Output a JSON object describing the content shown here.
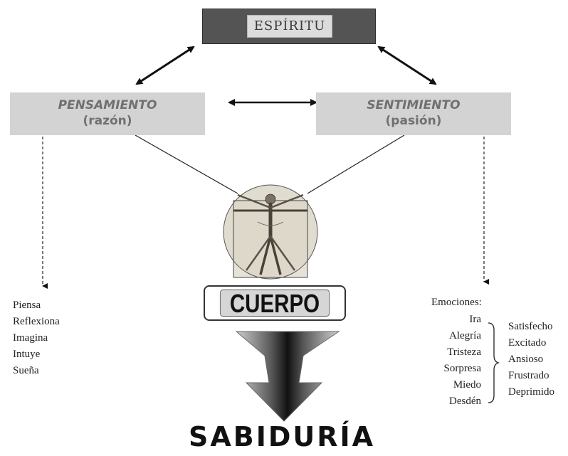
{
  "top": {
    "label": "ESPÍRITU"
  },
  "left_box": {
    "title": "PENSAMIENTO",
    "subtitle": "(razón)"
  },
  "right_box": {
    "title": "SENTIMIENTO",
    "subtitle": "(pasión)"
  },
  "thinking_actions": [
    "Piensa",
    "Reflexiona",
    "Imagina",
    "Intuye",
    "Sueña"
  ],
  "emotions": {
    "heading": "Emociones:",
    "basic": [
      "Ira",
      "Alegría",
      "Tristeza",
      "Sorpresa",
      "Miedo",
      "Desdén"
    ],
    "states": [
      "Satisfecho",
      "Excitado",
      "Ansioso",
      "Frustrado",
      "Deprimido"
    ]
  },
  "center": {
    "label": "CUERPO",
    "image": "vitruvian-man"
  },
  "result": {
    "label": "SABIDURÍA"
  }
}
